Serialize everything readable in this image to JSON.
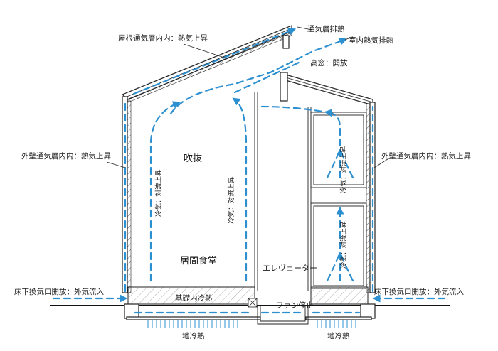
{
  "labels": {
    "roof_vent_exhaust": "通気層排熱",
    "roof_layer": "屋根通気層内内：熱気上昇",
    "indoor_exhaust": "室内熱気排熱",
    "high_window": "高窓：開放",
    "fukinuke": "吹抜",
    "outer_wall_left": "外壁通気層内内：熱気上昇",
    "outer_wall_right": "外壁通気層内内：熱気上昇",
    "convection_left": "冷気：対流上昇",
    "convection_mid": "冷気：対流上昇",
    "convection_right_upper": "冷気：対流上昇",
    "convection_right_lower": "冷気：対流上昇",
    "living": "居間食堂",
    "elevator": "エレヴェーター",
    "floor_left": "床下換気口開放：外気流入",
    "floor_right": "床下換気口開放：外気流入",
    "foundation": "基礎内冷熱",
    "fan_stop": "ファン停止",
    "geo_left": "地冷熱",
    "geo_right": "地冷熱"
  },
  "colors": {
    "airflow": "#2b8fd0",
    "lines": "#222222"
  }
}
